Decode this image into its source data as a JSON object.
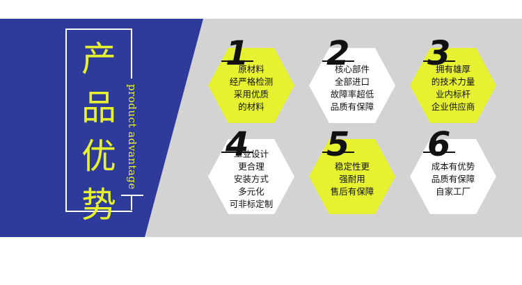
{
  "title": {
    "chars": [
      "产",
      "品",
      "优",
      "势"
    ],
    "subtitle": "product advantage"
  },
  "colors": {
    "blue": "#2e3b9a",
    "yellow": "#e6f12f",
    "gray": "#d3d3d3",
    "white": "#ffffff"
  },
  "features": [
    {
      "number": "1",
      "hex_color": "yellow",
      "lines": [
        "原材料",
        "经严格检测",
        "采用优质",
        "的材料"
      ]
    },
    {
      "number": "2",
      "hex_color": "white",
      "lines": [
        "核心部件",
        "全部进口",
        "故障率超低",
        "品质有保障"
      ]
    },
    {
      "number": "3",
      "hex_color": "yellow",
      "lines": [
        "拥有雄厚",
        "的技术力量",
        "业内标杆",
        "企业供应商"
      ]
    },
    {
      "number": "4",
      "hex_color": "white",
      "lines": [
        "工业设计",
        "更合理",
        "安装方式",
        "多元化",
        "可非标定制"
      ]
    },
    {
      "number": "5",
      "hex_color": "yellow",
      "lines": [
        "稳定性更",
        "强耐用",
        "售后有保障"
      ]
    },
    {
      "number": "6",
      "hex_color": "white",
      "lines": [
        "成本有优势",
        "品质有保障",
        "自家工厂"
      ]
    }
  ]
}
